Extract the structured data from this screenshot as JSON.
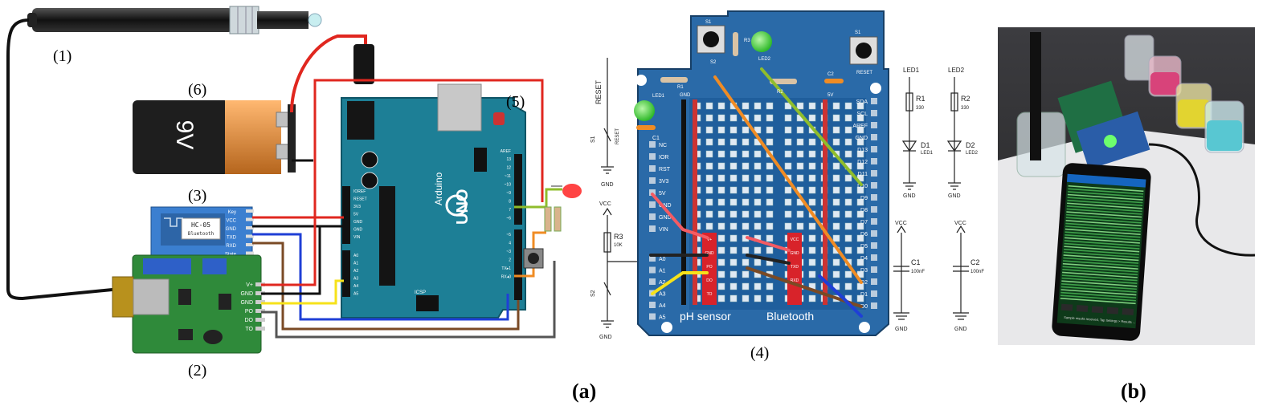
{
  "labels": {
    "n1": "(1)",
    "n2": "(2)",
    "n3": "(3)",
    "n4": "(4)",
    "n5": "(5)",
    "n6": "(6)",
    "caption_a": "(a)",
    "caption_b": "(b)"
  },
  "battery": {
    "text": "9V"
  },
  "bluetooth_module": {
    "name": "HC-05",
    "sub": "Bluetooth",
    "pins": [
      "Key",
      "VCC",
      "GND",
      "TXD",
      "RXD",
      "State"
    ]
  },
  "ph_module": {
    "pins": [
      "V+",
      "GND",
      "GND",
      "PO",
      "DO",
      "TO"
    ]
  },
  "arduino": {
    "brand": "Arduino",
    "model": "UNO",
    "icsp": "ICSP",
    "aref": "AREF",
    "power_pins": [
      "IOREF",
      "RESET",
      "3V3",
      "5V",
      "GND",
      "GND",
      "VIN"
    ],
    "analog_pins": [
      "A0",
      "A1",
      "A2",
      "A3",
      "A4",
      "A5"
    ],
    "digital_pins": [
      "13",
      "12",
      "~11",
      "~10",
      "~9",
      "8",
      "7",
      "~6",
      "~5",
      "4",
      "~3",
      "2",
      "TX▸1",
      "RX◂0"
    ]
  },
  "schematic_left": {
    "reset": "RESET",
    "s1": "S1",
    "gnd": "GND",
    "vcc": "VCC",
    "r3": "R3",
    "r3v": "10K",
    "s2": "S2",
    "s2b": "S2"
  },
  "shield": {
    "left_pins": [
      "NC",
      "IOR",
      "RST",
      "3V3",
      "5V",
      "GND",
      "GND",
      "VIN"
    ],
    "analog_pins": [
      "A0",
      "A1",
      "A2",
      "A3",
      "A4",
      "A5"
    ],
    "right_pins": [
      "SDA",
      "SCL",
      "AREF",
      "GND",
      "D13",
      "D12",
      "D11",
      "D10",
      "D9",
      "D8",
      "D7",
      "D6",
      "D5",
      "D4",
      "D3",
      "D2",
      "D1",
      "D0"
    ],
    "led1": "LED1",
    "led2": "LED2",
    "r1": "R1",
    "r2": "R2",
    "r3": "R3",
    "s1": "S1",
    "s2": "S2",
    "c1": "C1",
    "c2": "C2",
    "reset": "RESET",
    "gnd": "GND",
    "v5": "5V",
    "ph_sensor": "pH sensor",
    "bluetooth": "Bluetooth",
    "ph_strip": [
      "V+",
      "GND",
      "PO",
      "DO",
      "TO"
    ],
    "bt_strip": [
      "VCC",
      "GND",
      "TXD",
      "RXD"
    ]
  },
  "schematic_right": {
    "led1": "LED1",
    "led2": "LED2",
    "r1": "R1",
    "r1v": "330",
    "r2": "R2",
    "r2v": "330",
    "d1": "D1",
    "d1s": "LED1",
    "d2": "D2",
    "d2s": "LED2",
    "gnd": "GND",
    "vcc": "VCC",
    "c1": "C1",
    "c1v": "100nF",
    "c2": "C2",
    "c2v": "100nF"
  },
  "photo": {
    "phone_status": "Sample results received, Tap Settings > Results ..."
  },
  "colors": {
    "shield_blue": "#2a6aa8",
    "arduino_teal": "#1d7f96",
    "pcb_green": "#2f8a3a",
    "wire_red": "#e0271f",
    "wire_blue": "#1f3fd6",
    "wire_yellow": "#f6e21a",
    "wire_brown": "#7a4a25",
    "wire_orange": "#f08c24",
    "wire_green": "#8fbd2c"
  }
}
